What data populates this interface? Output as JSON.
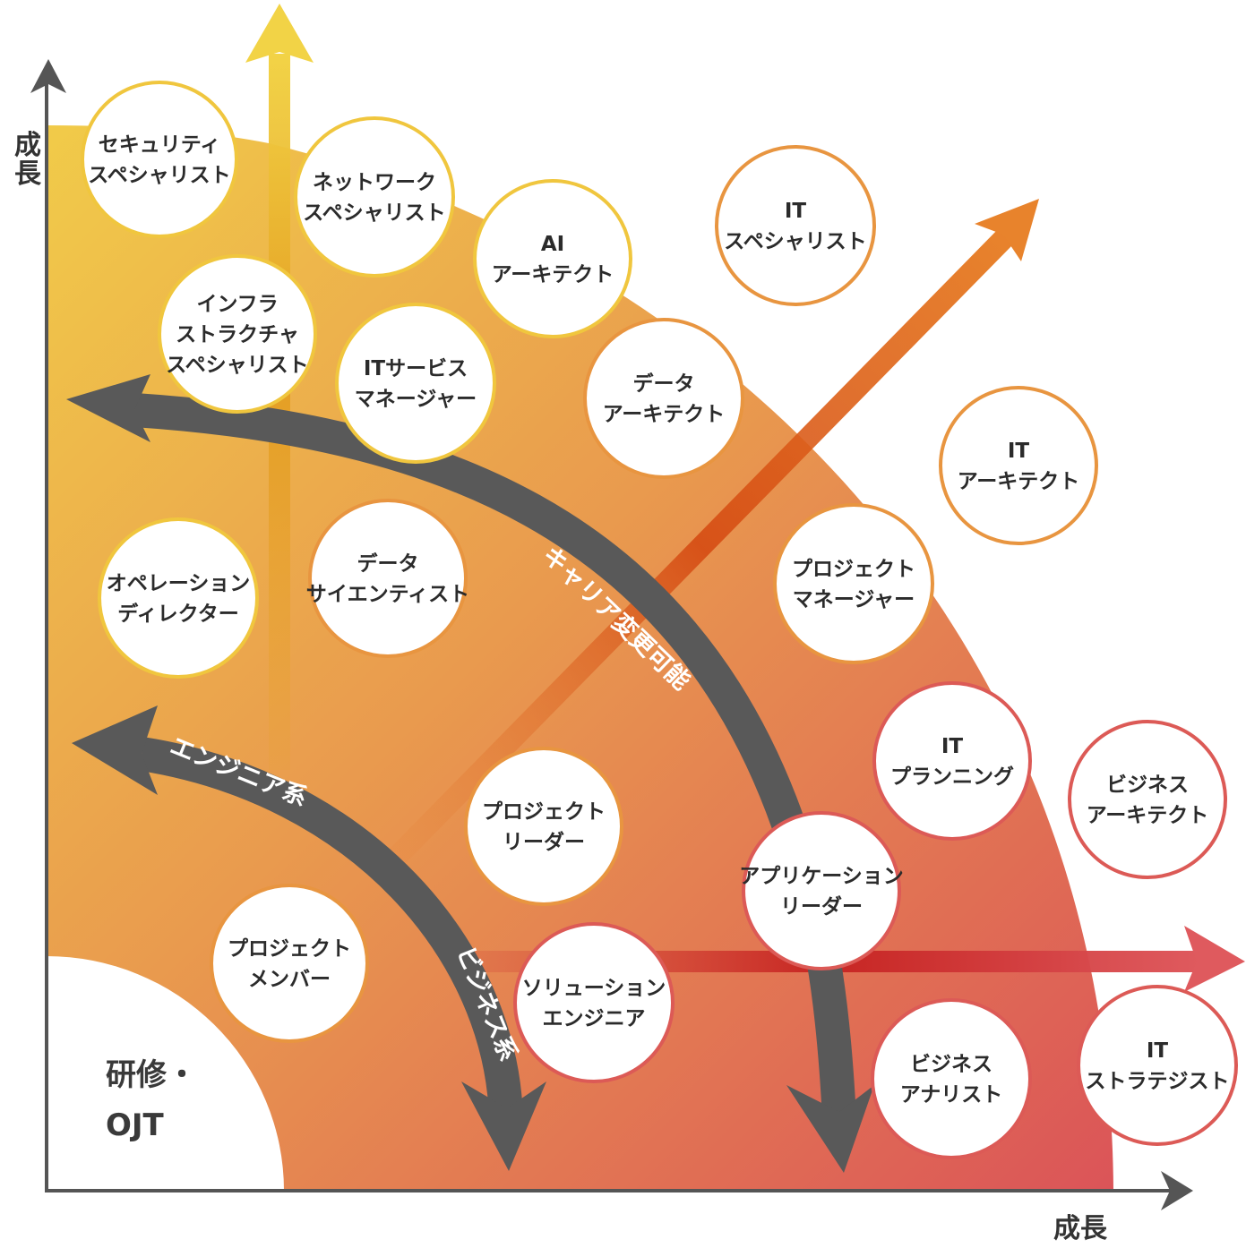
{
  "axes": {
    "y_label_chars": [
      "成",
      "長"
    ],
    "x_label": "成長"
  },
  "training": {
    "line1": "研修・",
    "line2": "OJT"
  },
  "career_paths": {
    "career_change": "キャリア変更可能",
    "engineer": "エンジニア系",
    "business": "ビジネス系"
  },
  "colors": {
    "axis": "#555555",
    "path_arrow": "#595959",
    "tier_yellow": "#f0c63e",
    "tier_orange": "#e89540",
    "tier_red": "#dc5a56"
  },
  "roles": {
    "security_specialist": [
      "セキュリティ",
      "スペシャリスト"
    ],
    "network_specialist": [
      "ネットワーク",
      "スペシャリスト"
    ],
    "ai_architect": [
      "AI",
      "アーキテクト"
    ],
    "it_specialist": [
      "IT",
      "スペシャリスト"
    ],
    "infrastructure_specialist": [
      "インフラ",
      "ストラクチャ",
      "スペシャリスト"
    ],
    "it_service_manager": [
      "ITサービス",
      "マネージャー"
    ],
    "data_architect": [
      "データ",
      "アーキテクト"
    ],
    "it_architect": [
      "IT",
      "アーキテクト"
    ],
    "operation_director": [
      "オペレーション",
      "ディレクター"
    ],
    "data_scientist": [
      "データ",
      "サイエンティスト"
    ],
    "project_manager": [
      "プロジェクト",
      "マネージャー"
    ],
    "it_planning": [
      "IT",
      "プランニング"
    ],
    "business_architect": [
      "ビジネス",
      "アーキテクト"
    ],
    "project_leader": [
      "プロジェクト",
      "リーダー"
    ],
    "application_leader": [
      "アプリケーション",
      "リーダー"
    ],
    "project_member": [
      "プロジェクト",
      "メンバー"
    ],
    "solution_engineer": [
      "ソリューション",
      "エンジニア"
    ],
    "business_analyst": [
      "ビジネス",
      "アナリスト"
    ],
    "it_strategist": [
      "IT",
      "ストラテジスト"
    ]
  }
}
